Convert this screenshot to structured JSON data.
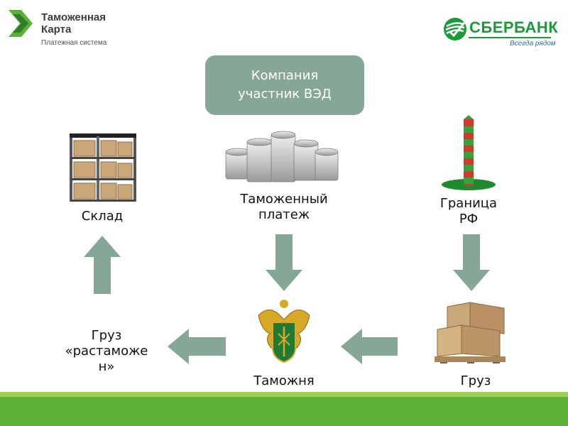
{
  "header": {
    "brand_line1": "Таможенная",
    "brand_line2": "Карта",
    "brand_subtitle": "Платежная система",
    "bank_name": "СБЕРБАНК",
    "bank_tagline": "Всегда рядом"
  },
  "company": {
    "line1": "Компания",
    "line2": "участник ВЭД"
  },
  "nodes": {
    "warehouse": "Склад",
    "payment_line1": "Таможенный",
    "payment_line2": "платеж",
    "border_line1": "Граница",
    "border_line2": "РФ",
    "cleared_line1": "Груз",
    "cleared_line2": "«растаможе",
    "cleared_line3": "н»",
    "customs": "Таможня",
    "cargo": "Груз"
  },
  "colors": {
    "box": "#86a795",
    "arrow": "#86a795",
    "footer_dark": "#5ab136",
    "footer_light": "#9bcf54",
    "brand_green": "#1a9b3a"
  }
}
